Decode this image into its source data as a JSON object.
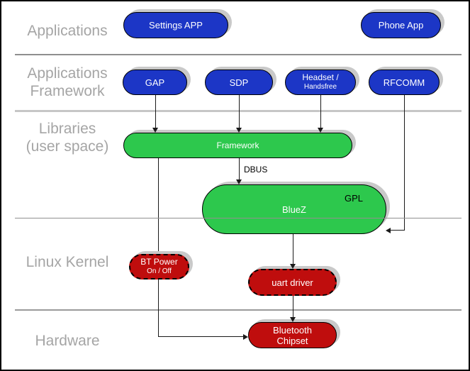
{
  "colors": {
    "blue": "#1c36c6",
    "green": "#2dc84d",
    "red": "#bf0d0d",
    "shadow": "#c9c9c9",
    "label_gray": "#a5a5a5",
    "line": "#1a1a1a"
  },
  "layers": [
    {
      "lines": [
        "Applications"
      ]
    },
    {
      "lines": [
        "Applications",
        "Framework"
      ]
    },
    {
      "lines": [
        "Libraries",
        "(user space)"
      ]
    },
    {
      "lines": [
        "Linux Kernel"
      ]
    },
    {
      "lines": [
        "Hardware"
      ]
    }
  ],
  "nodes": {
    "settings_app": {
      "label": "Settings APP"
    },
    "phone_app": {
      "label": "Phone App"
    },
    "gap": {
      "label": "GAP"
    },
    "sdp": {
      "label": "SDP"
    },
    "headset": {
      "line1": "Headset /",
      "line2": "Handsfree"
    },
    "rfcomm": {
      "label": "RFCOMM"
    },
    "framework": {
      "label": "Framework"
    },
    "bluez": {
      "label": "BlueZ",
      "badge": "GPL"
    },
    "bt_power": {
      "line1": "BT Power",
      "line2": "On / Off"
    },
    "uart": {
      "label": "uart driver"
    },
    "chipset": {
      "line1": "Bluetooth",
      "line2": "Chipset"
    }
  },
  "edges": [
    {
      "from": "GAP",
      "to": "Framework"
    },
    {
      "from": "SDP",
      "to": "Framework"
    },
    {
      "from": "Headset / Handsfree",
      "to": "Framework"
    },
    {
      "from": "RFCOMM",
      "to": "BlueZ"
    },
    {
      "from": "Framework",
      "to": "BlueZ",
      "label": "DBUS"
    },
    {
      "from": "Framework",
      "to": "Bluetooth Chipset"
    },
    {
      "from": "BlueZ",
      "to": "uart driver"
    },
    {
      "from": "uart driver",
      "to": "Bluetooth Chipset"
    }
  ]
}
